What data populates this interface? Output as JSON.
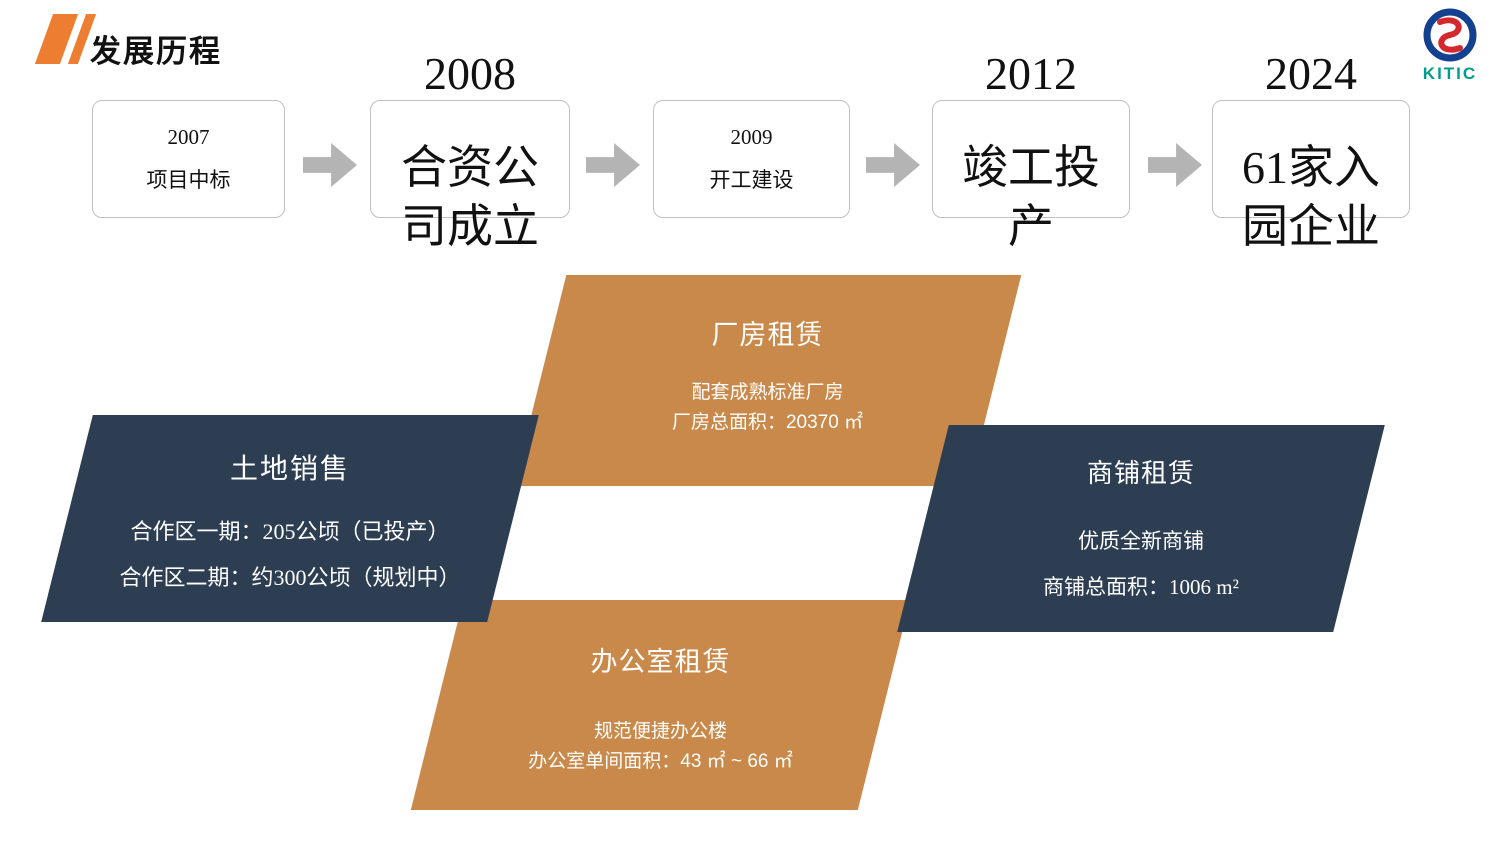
{
  "slide": {
    "title": "发展历程",
    "logo": {
      "text": "KITIC"
    }
  },
  "timeline": {
    "items": [
      {
        "year": "",
        "lines": [
          "2007",
          "项目中标"
        ]
      },
      {
        "year": "2008",
        "lines": [
          "合资公",
          "司成立"
        ]
      },
      {
        "year": "",
        "lines": [
          "2009",
          "开工建设"
        ]
      },
      {
        "year": "2012",
        "lines": [
          "竣工投",
          "产"
        ]
      },
      {
        "year": "2024",
        "lines": [
          "61家入",
          "园企业"
        ]
      }
    ]
  },
  "blocks": {
    "factory_lease": {
      "title": "厂房租赁",
      "lines": [
        "配套成熟标准厂房",
        "厂房总面积：20370 ㎡"
      ]
    },
    "land_sale": {
      "title": "土地销售",
      "lines": [
        "合作区一期：205公顷（已投产）",
        "合作区二期：约300公顷（规划中）"
      ]
    },
    "shop_lease": {
      "title": "商铺租赁",
      "lines": [
        "优质全新商铺",
        "商铺总面积：1006 m²"
      ]
    },
    "office_lease": {
      "title": "办公室租赁",
      "lines": [
        "规范便捷办公楼",
        "办公室单间面积：43 ㎡ ~ 66 ㎡"
      ]
    }
  },
  "colors": {
    "orange_block": "#C9894A",
    "navy_block": "#2D3E53",
    "accent_orange": "#ED7D31",
    "arrow_gray": "#B4B4B4",
    "logo_blue": "#14418F",
    "logo_red": "#D3282E",
    "logo_teal": "#009B8C"
  }
}
